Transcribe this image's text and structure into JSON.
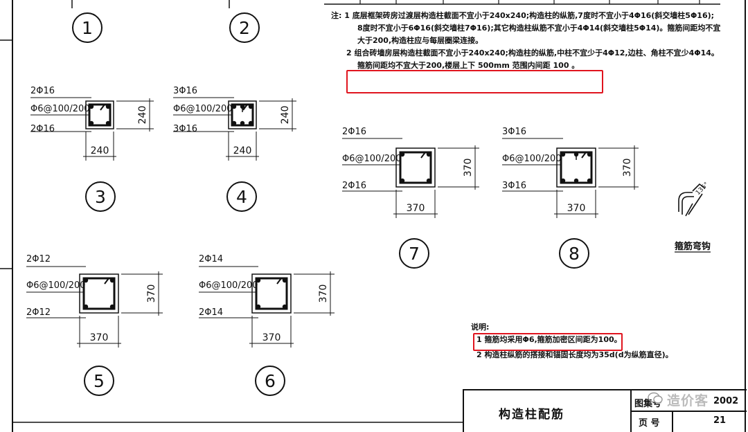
{
  "notes_top": {
    "lines": [
      "注: 1  底层框架砖房过渡层构造柱截面不宜小于240x240;构造柱的纵筋,7度时不宜小于4Φ16(斜交墙柱5Φ16);",
      "8度时不宜小于6Φ16(斜交墙柱7Φ16);其它构造柱纵筋不宜小于4Φ14(斜交墙柱5Φ14)。箍筋间距均不宜",
      "大于200,构造柱应与每层圈梁连接。",
      "2  组合砖墙房层构造柱截面不宜小于240x240;构造柱的纵筋,中柱不宜少于4Φ12,边柱、角柱不宜少4Φ14。",
      "箍筋间距均不宜大于200,楼层上下 500mm 范围内间距 100 。"
    ]
  },
  "notes_bottom": {
    "heading": "说明:",
    "lines": [
      "1  箍筋均采用Φ6,箍筋加密区间距为100。",
      "2  构造柱纵筋的搭接和锚固长度均为35d(d为纵筋直径)。"
    ]
  },
  "details": [
    {
      "num": "1"
    },
    {
      "num": "2"
    },
    {
      "num": "3",
      "top": "2Φ16",
      "stirrup": "Φ6@100/200",
      "bottom": "2Φ16",
      "dim_w": "240",
      "dim_h": "240"
    },
    {
      "num": "4",
      "top": "3Φ16",
      "stirrup": "Φ6@100/200",
      "bottom": "3Φ16",
      "dim_w": "240",
      "dim_h": "240"
    },
    {
      "num": "5",
      "top": "2Φ12",
      "stirrup": "Φ6@100/200",
      "bottom": "2Φ12",
      "dim_w": "370",
      "dim_h": "370"
    },
    {
      "num": "6",
      "top": "2Φ14",
      "stirrup": "Φ6@100/200",
      "bottom": "2Φ14",
      "dim_w": "370",
      "dim_h": "370"
    },
    {
      "num": "7",
      "top": "2Φ16",
      "stirrup": "Φ6@100/200",
      "bottom": "2Φ16",
      "dim_w": "370",
      "dim_h": "370"
    },
    {
      "num": "8",
      "top": "3Φ16",
      "stirrup": "Φ6@100/200",
      "bottom": "3Φ16",
      "dim_w": "370",
      "dim_h": "370"
    }
  ],
  "hook_label": "箍筋弯钩",
  "hook_mark": "135°",
  "title_block": {
    "title": "构造柱配筋",
    "atlas_label": "图集号",
    "atlas_no": "2002",
    "page_label": "页  号",
    "page_no": "21"
  },
  "watermark": "造价客",
  "colors": {
    "highlight": "#e0141e",
    "ink": "#111111",
    "watermark": "#bbbbbb"
  }
}
